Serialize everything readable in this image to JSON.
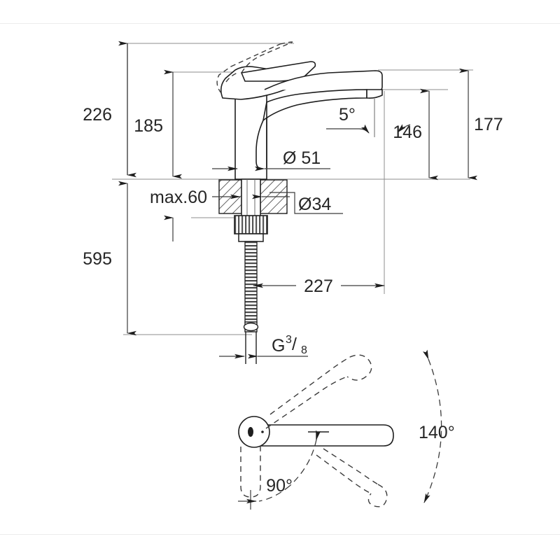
{
  "document": {
    "type": "technical-dimension-drawing",
    "subject": "single-lever kitchen mixer tap",
    "background_color": "#ffffff",
    "line_color": "#3c3c3c",
    "text_color": "#262626",
    "border_color": "#ececec"
  },
  "dimensions": {
    "overall_height": "226",
    "spout_height": "185",
    "total_length": "595",
    "counter_thickness": "max.60",
    "base_diameter": "Ø 51",
    "hole_diameter": "Ø34",
    "outlet_height": "146",
    "spout_outer_height": "177",
    "reach": "227",
    "outlet_angle": "5°",
    "thread": {
      "letter": "G",
      "numerator": "3",
      "slash": "/",
      "denominator": "8"
    }
  },
  "swivel_diagram": {
    "full_range": "140°",
    "partial_range": "90°"
  },
  "icons": {
    "arrow": "dimension-arrow-icon",
    "hatch": "section-hatch-icon"
  }
}
